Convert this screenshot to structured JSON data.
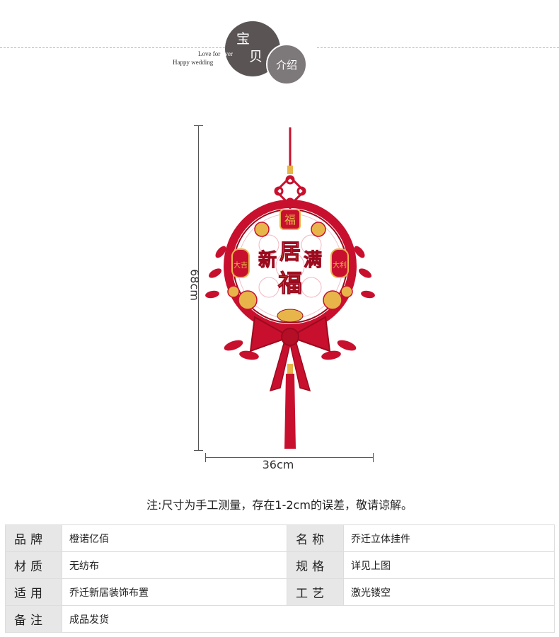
{
  "header": {
    "title_char_1": "宝",
    "title_char_2": "贝",
    "title_sub": "介绍",
    "love_prefix": "Love for",
    "love_suffix": "ever",
    "happy": "Happy wedding"
  },
  "dimensions": {
    "height_label": "68cm",
    "width_label": "36cm"
  },
  "product_art": {
    "center_text_1": "新",
    "center_text_2": "居",
    "center_text_3": "满",
    "center_text_4": "福",
    "top_badge": "福",
    "left_tag": "大吉",
    "right_tag": "大利",
    "colors": {
      "red": "#c8102e",
      "dark_red": "#9b0a1e",
      "gold": "#e8b54a"
    }
  },
  "note": "注:尺寸为手工测量，存在1-2cm的误差，敬请谅解。",
  "spec": {
    "rows": [
      {
        "k1": "品牌",
        "v1": "橙诺亿佰",
        "k2": "名称",
        "v2": "乔迁立体挂件"
      },
      {
        "k1": "材质",
        "v1": "无纺布",
        "k2": "规格",
        "v2": "详见上图"
      },
      {
        "k1": "适用",
        "v1": "乔迁新居装饰布置",
        "k2": "工艺",
        "v2": "激光镂空"
      },
      {
        "k1": "备注",
        "v1": "成品发货"
      }
    ]
  }
}
